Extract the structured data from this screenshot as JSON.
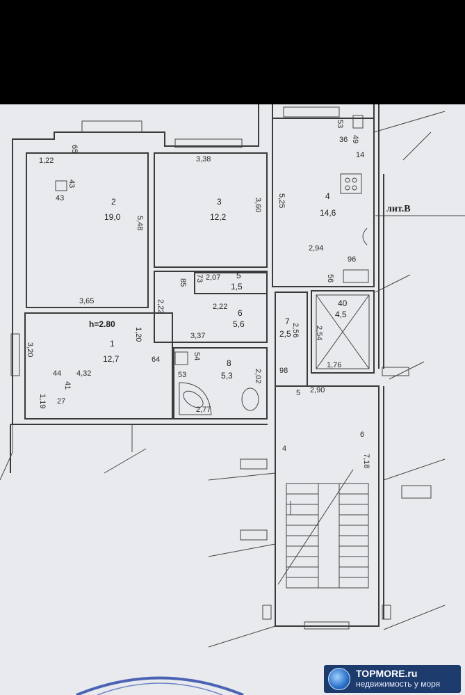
{
  "plan": {
    "litera": "лит.В",
    "ceiling_height": "h=2.80",
    "rooms": [
      {
        "number": "1",
        "area": "12,7"
      },
      {
        "number": "2",
        "area": "19,0"
      },
      {
        "number": "3",
        "area": "12,2"
      },
      {
        "number": "4",
        "area": "14,6"
      },
      {
        "number": "5",
        "area": "1,5"
      },
      {
        "number": "6",
        "area": "5,6"
      },
      {
        "number": "7",
        "area": "2,5"
      },
      {
        "number": "8",
        "area": "5,3"
      },
      {
        "number": "40",
        "area": "4,5"
      }
    ],
    "dims": [
      "1,22",
      "65",
      "43",
      "43",
      "5,48",
      "3,65",
      "3,38",
      "3,60",
      "85",
      "73",
      "2,07",
      "2,22",
      "2,22",
      "3,20",
      "1,20",
      "4,32",
      "44",
      "1,19",
      "27",
      "41",
      "64",
      "3,37",
      "53",
      "54",
      "2,02",
      "2,77",
      "5,25",
      "2,94",
      "96",
      "56",
      "53",
      "36",
      "49",
      "14",
      "2,56",
      "2,54",
      "1,76",
      "98",
      "5",
      "2,90",
      "4",
      "6",
      "7,18"
    ]
  },
  "watermark": {
    "brand": "TOPMORE.ru",
    "tagline": "недвижимость у моря"
  }
}
